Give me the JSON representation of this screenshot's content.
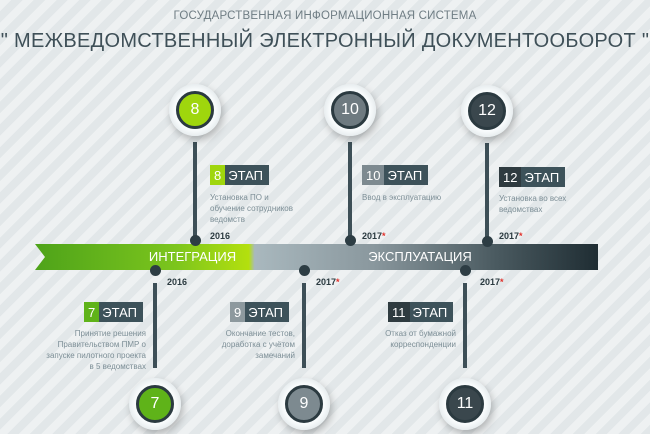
{
  "header": {
    "subtitle": "ГОСУДАРСТВЕННАЯ ИНФОРМАЦИОННАЯ СИСТЕМА",
    "title": "\" МЕЖВЕДОМСТВЕННЫЙ ЭЛЕКТРОННЫЙ ДОКУМЕНТООБОРОТ \""
  },
  "phases": {
    "integration": "ИНТЕГРАЦИЯ",
    "operation": "ЭКСПЛУАТАЦИЯ"
  },
  "stage_word": "ЭТАП",
  "stages": {
    "s7": {
      "num": "7",
      "desc": "Принятие решения Правительством ПМР о запуске пилотного проекта в 5 ведомствах",
      "year": "2016",
      "star": ""
    },
    "s8": {
      "num": "8",
      "desc": "Установка ПО и обучение сотрудников ведомств",
      "year": "2016",
      "star": ""
    },
    "s9": {
      "num": "9",
      "desc": "Окончание тестов, доработка с учётом замечаний",
      "year": "2017",
      "star": "*"
    },
    "s10": {
      "num": "10",
      "desc": "Ввод в эксплуатацию",
      "year": "2017",
      "star": "*"
    },
    "s11": {
      "num": "11",
      "desc": "Отказ от бумажной корреспонденции",
      "year": "2017",
      "star": "*"
    },
    "s12": {
      "num": "12",
      "desc": "Установка во всех ведомствах",
      "year": "2017",
      "star": "*"
    }
  },
  "colors": {
    "green": "#74bf1c",
    "grey": "#7d8b91",
    "dark": "#3a474d",
    "star": "#e0302a"
  }
}
